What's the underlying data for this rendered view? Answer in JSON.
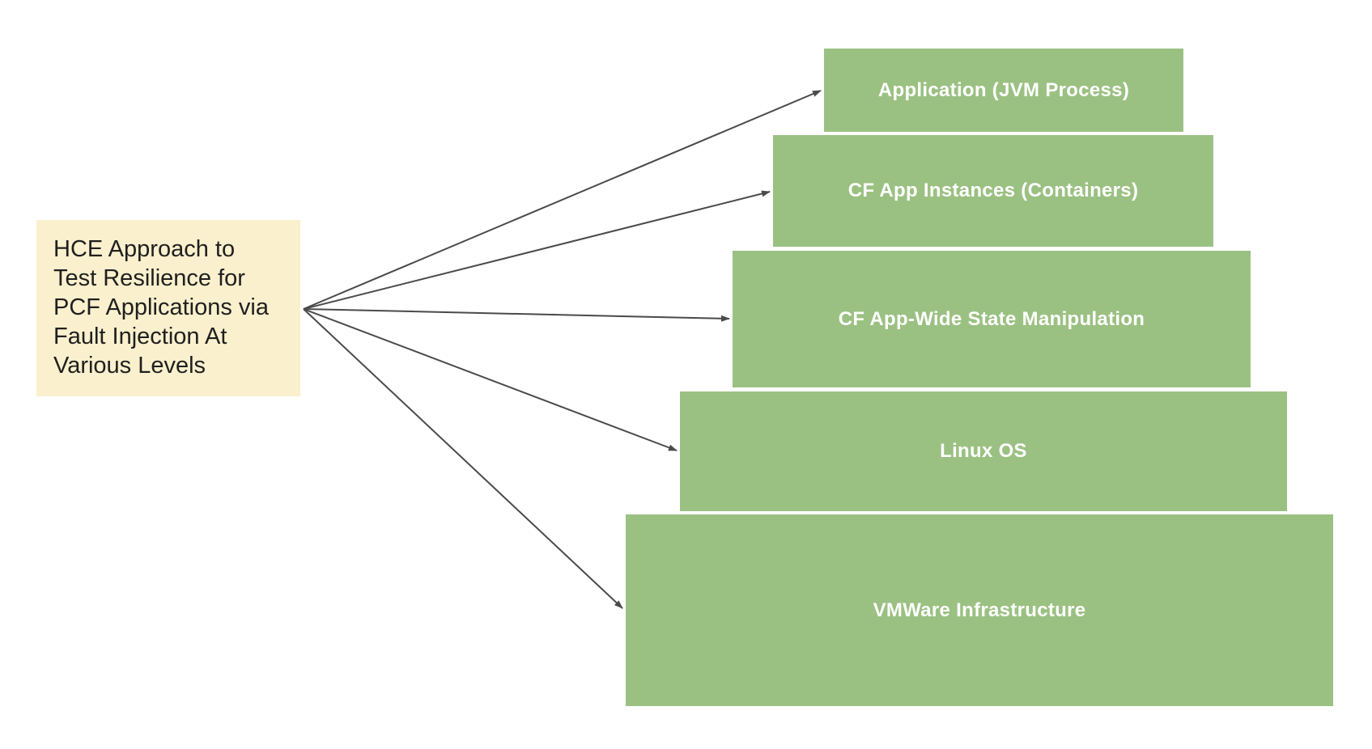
{
  "source_note": {
    "lines": [
      "HCE Approach to",
      "Test Resilience for",
      "PCF Applications via",
      "Fault Injection At",
      "Various Levels"
    ]
  },
  "levels": [
    {
      "id": "application-jvm-process",
      "label": "Application (JVM Process)"
    },
    {
      "id": "cf-app-instances-containers",
      "label": "CF App Instances (Containers)"
    },
    {
      "id": "cf-app-wide-state-manipulation",
      "label": "CF App-Wide State Manipulation"
    },
    {
      "id": "linux-os",
      "label": "Linux OS"
    },
    {
      "id": "vmware-infrastructure",
      "label": "VMWare Infrastructure"
    }
  ],
  "colors": {
    "background": "#FFFFFF",
    "level_box_fill": "#9BC182",
    "level_label_text": "#FFFFFF",
    "source_box_fill": "#FAF0CD",
    "source_text": "#1F1F1F",
    "arrow": "#4A4A4A"
  }
}
